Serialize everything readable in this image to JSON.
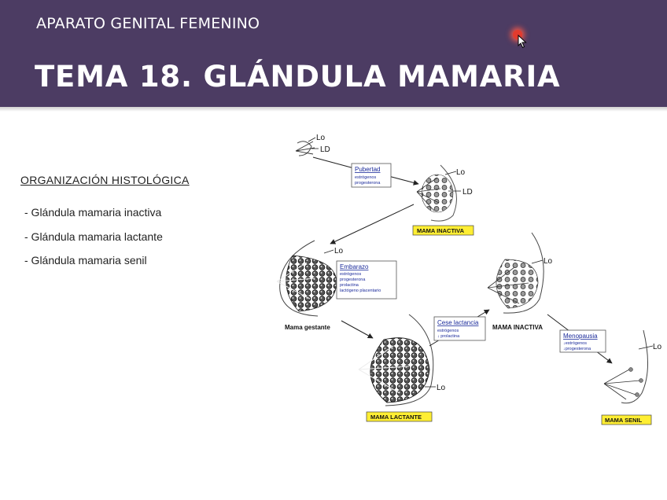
{
  "slide": {
    "subtitle": "APARATO GENITAL FEMENINO",
    "title": "TEMA 18. GLÁNDULA MAMARIA",
    "section_heading": "ORGANIZACIÓN HISTOLÓGICA",
    "items": [
      "- Glándula mamaria inactiva",
      "- Glándula mamaria lactante",
      "- Glándula mamaria senil"
    ]
  },
  "diagram": {
    "labels": {
      "lo": "Lo",
      "ld": "LD",
      "mama_gestante": "Mama gestante",
      "mama_inactiva_label": "MAMA INACTIVA"
    },
    "stage_badges": {
      "inactiva": "MAMA INACTIVA",
      "lactante": "MAMA LACTANTE",
      "senil": "MAMA SENIL"
    },
    "boxes": {
      "pubertad": {
        "title": "Pubertad",
        "lines": [
          "estrógenos",
          "progesterona"
        ]
      },
      "embarazo": {
        "title": "Embarazo",
        "lines": [
          "estrógenos",
          "progesterona",
          "prolactina",
          "lactógeno placentario"
        ]
      },
      "cese": {
        "title": "Cese lactancia",
        "lines": [
          "estrógenos",
          "↓ prolactina"
        ]
      },
      "menopausia": {
        "title": "Menopausia",
        "lines": [
          "↓estrógenos",
          "↓progesterona"
        ]
      }
    }
  },
  "colors": {
    "header_bg": "#4c3c63",
    "badge_bg": "#ffee33",
    "box_text": "#1a2a9a"
  }
}
